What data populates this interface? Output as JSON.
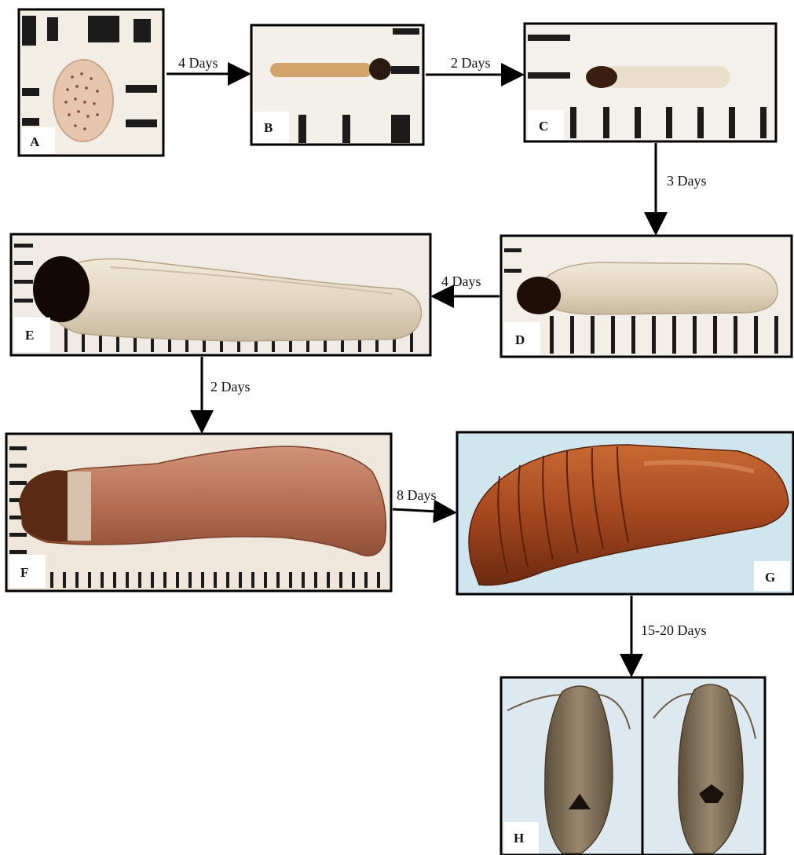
{
  "stages": [
    {
      "letter": "A"
    },
    {
      "letter": "B"
    },
    {
      "letter": "C"
    },
    {
      "letter": "D"
    },
    {
      "letter": "E"
    },
    {
      "letter": "F"
    },
    {
      "letter": "G"
    },
    {
      "letter": "H"
    }
  ],
  "transitions": [
    {
      "from": "A",
      "to": "B",
      "label": "4 Days"
    },
    {
      "from": "B",
      "to": "C",
      "label": "2 Days"
    },
    {
      "from": "C",
      "to": "D",
      "label": "3 Days"
    },
    {
      "from": "D",
      "to": "E",
      "label": "4 Days"
    },
    {
      "from": "E",
      "to": "F",
      "label": "2 Days"
    },
    {
      "from": "F",
      "to": "G",
      "label": "8 Days"
    },
    {
      "from": "G",
      "to": "H",
      "label": "15-20 Days"
    }
  ],
  "colors": {
    "frame": "#000000",
    "scale_paper": "#f2eee6",
    "egg": "#e7c6b0",
    "larva_pale": "#e8dcc8",
    "larva_late": "#b97a5f",
    "pupa": "#a4471f",
    "pupa_bg": "#cfe6ee",
    "moth_bg": "#dde9ee",
    "moth": "#7a6a55"
  }
}
